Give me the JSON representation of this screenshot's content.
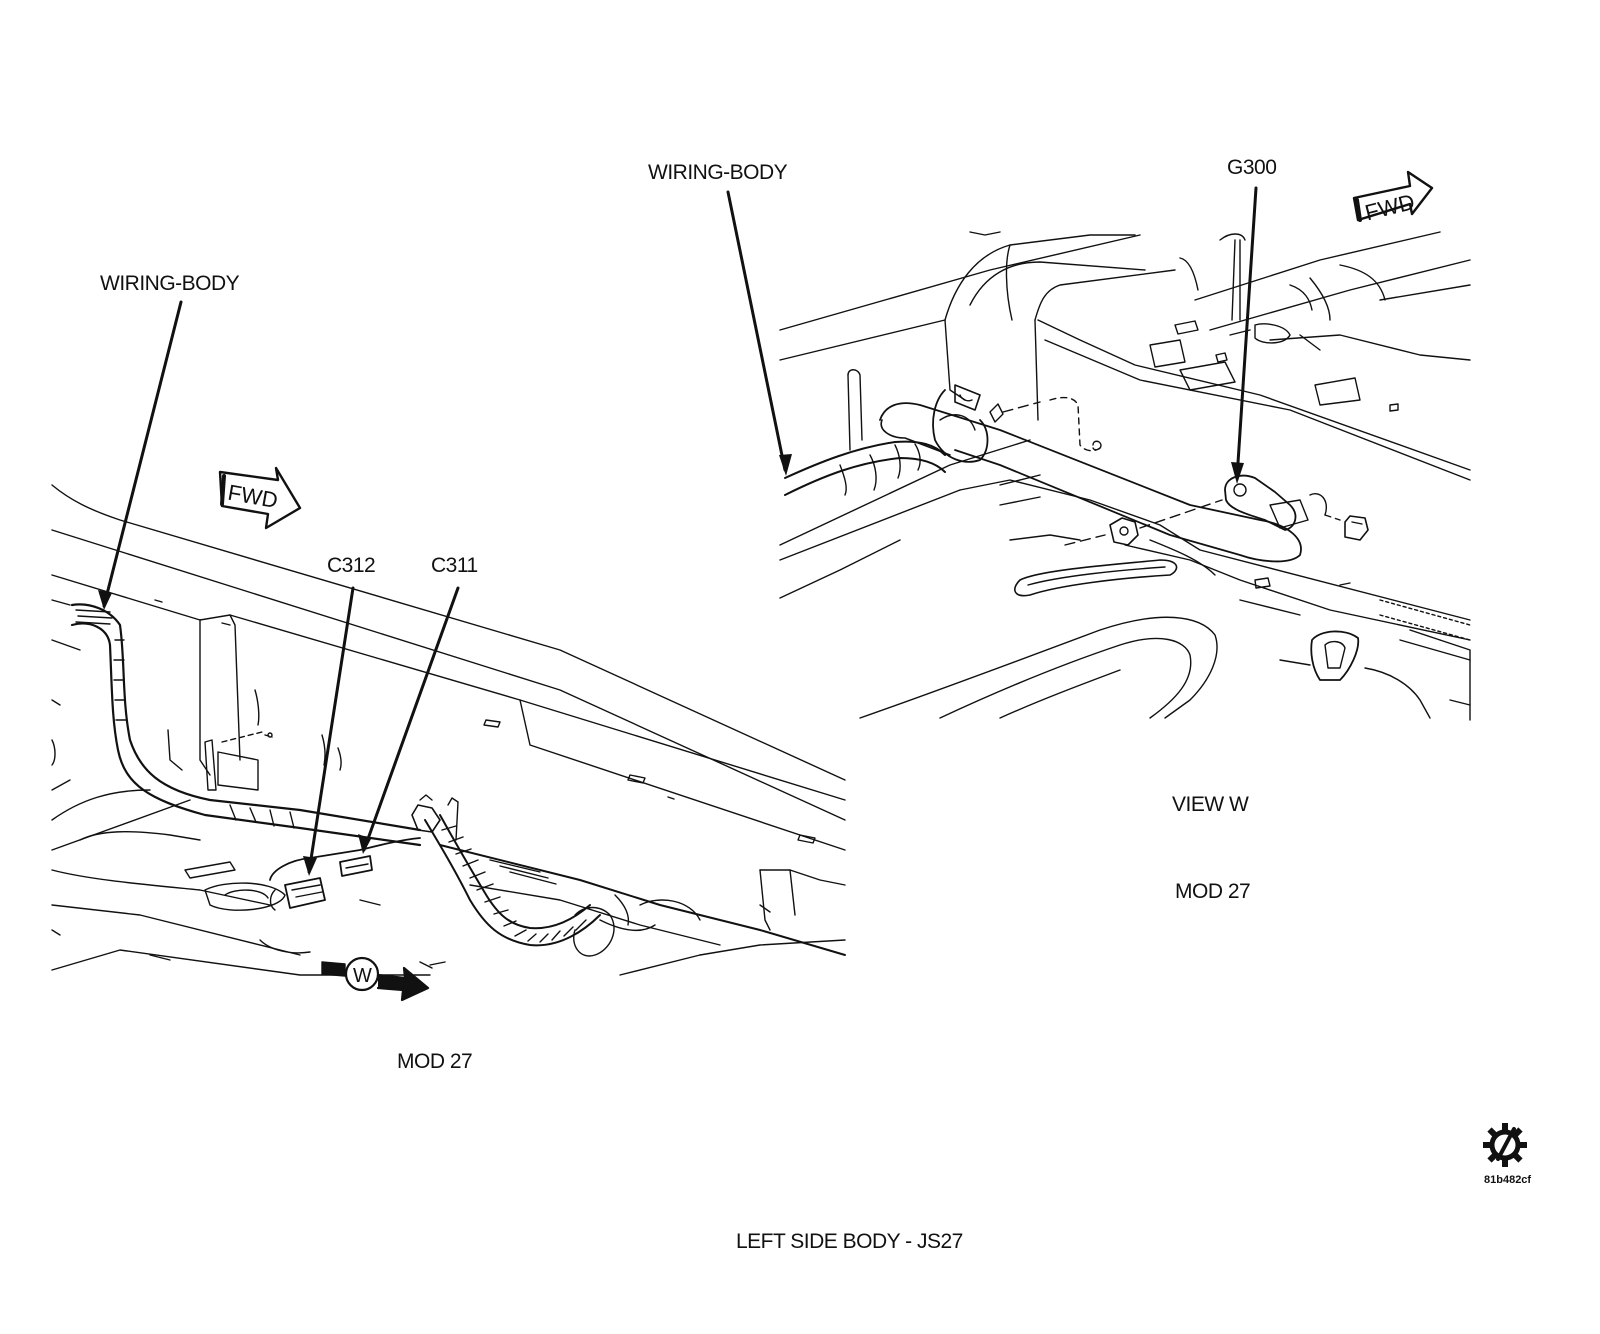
{
  "figure": {
    "title": "LEFT SIDE BODY - JS27",
    "image_code": "81b482cf"
  },
  "left_view": {
    "harness_label": "WIRING-BODY",
    "connector_labels": [
      "C312",
      "C311"
    ],
    "forward_marker": "FWD",
    "view_marker": "W",
    "module_label": "MOD 27"
  },
  "right_view": {
    "harness_label": "WIRING-BODY",
    "ground_label": "G300",
    "forward_marker": "FWD",
    "view_label": "VIEW W",
    "module_label": "MOD 27"
  },
  "icons": {
    "logo": "gear-slash-icon",
    "arrow": "forward-arrow-icon",
    "view": "view-arrow-icon"
  }
}
